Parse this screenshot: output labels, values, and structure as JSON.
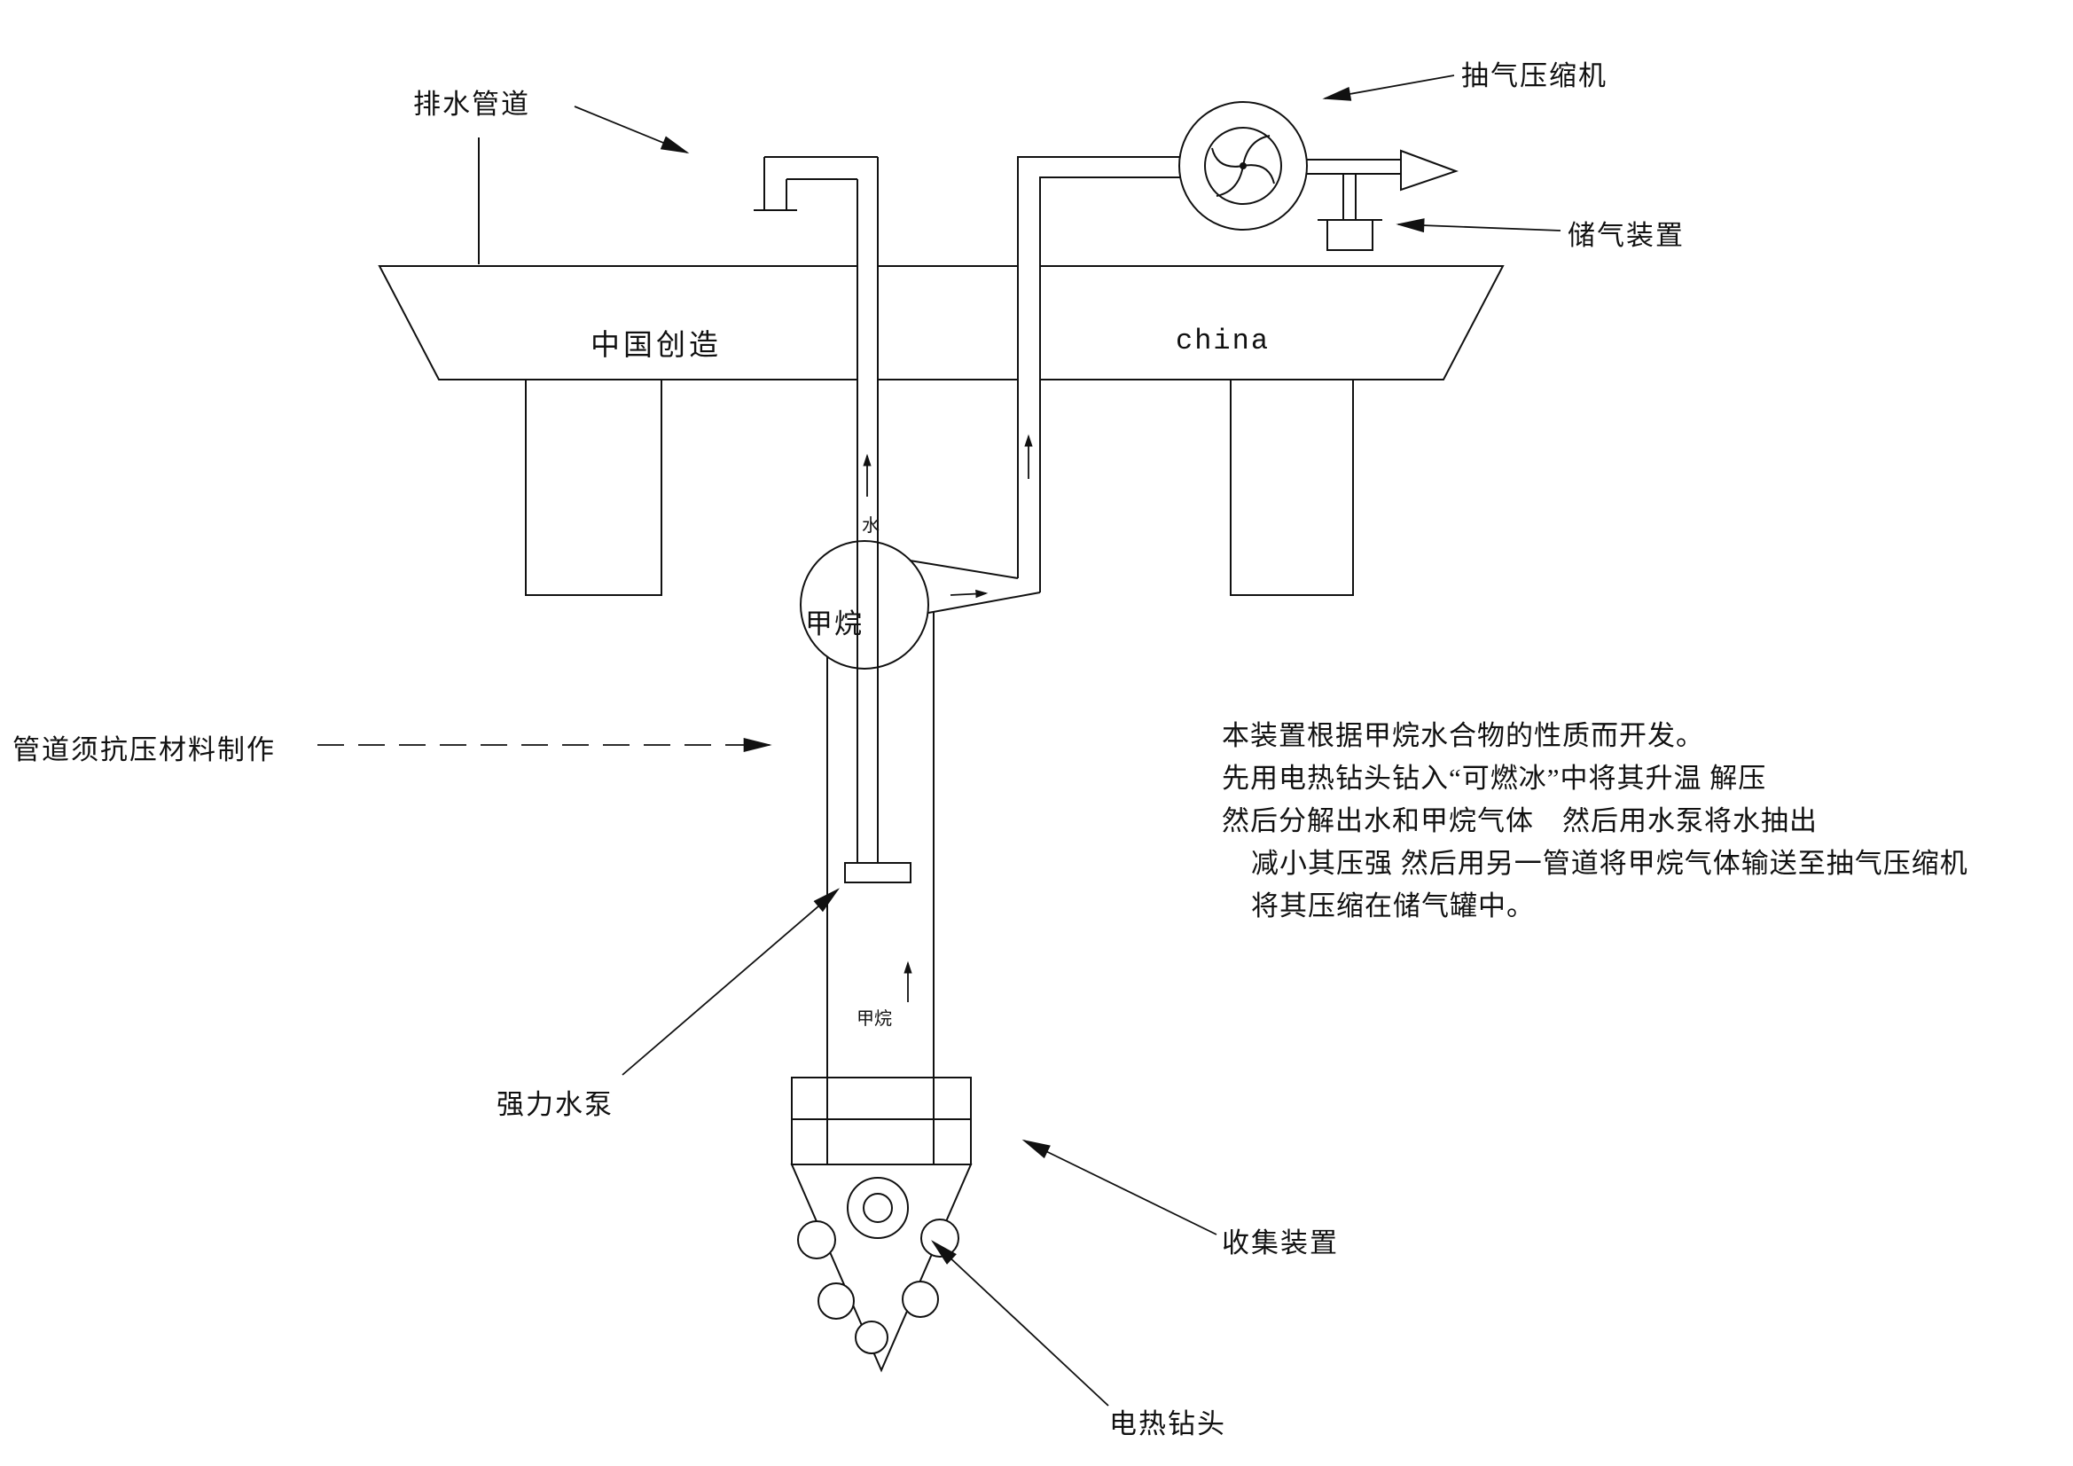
{
  "colors": {
    "line": "#111111",
    "background": "#ffffff"
  },
  "labels": {
    "drain_pipe": "排水管道",
    "compressor": "抽气压缩机",
    "gas_storage": "储气装置",
    "pipe_material": "管道须抗压材料制作",
    "water_pump": "强力水泵",
    "collector": "收集装置",
    "drill": "电热钻头"
  },
  "ship": {
    "left_text": "中国创造",
    "right_text": "china"
  },
  "flows": {
    "chamber": "甲烷",
    "water": "水",
    "methane_lower": "甲烷"
  },
  "description": {
    "lines": [
      "本装置根据甲烷水合物的性质而开发。",
      "先用电热钻头钻入“可燃冰”中将其升温 解压",
      "然后分解出水和甲烷气体　然后用水泵将水抽出",
      "减小其压强 然后用另一管道将甲烷气体输送至抽气压缩机",
      "将其压缩在储气罐中。"
    ]
  }
}
